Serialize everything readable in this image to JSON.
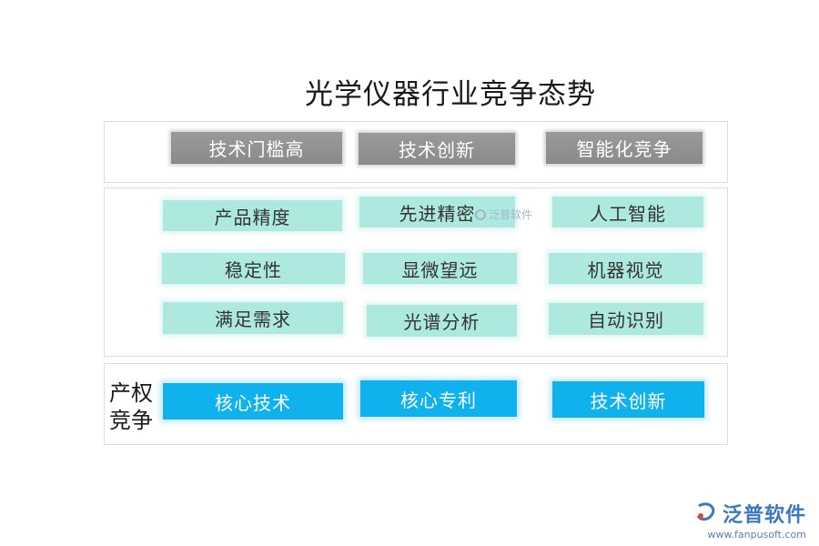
{
  "title": "光学仪器行业竞争态势",
  "row1": [
    "技术门槛高",
    "技术创新",
    "智能化竞争"
  ],
  "row2": [
    "产品精度",
    "先进精密",
    "人工智能"
  ],
  "row3": [
    "稳定性",
    "显微望远",
    "机器视觉"
  ],
  "row4": [
    "满足需求",
    "光谱分析",
    "自动识别"
  ],
  "side_label": "产权竞争",
  "row5": [
    "核心技术",
    "核心专利",
    "技术创新"
  ],
  "watermark": "泛普软件",
  "logo": {
    "name": "泛普软件",
    "url": "www.fanpusoft.com"
  },
  "colors": {
    "gray_box": "#8f8f8f",
    "teal_box": "#aee9e0",
    "blue_box": "#10b2ee"
  }
}
